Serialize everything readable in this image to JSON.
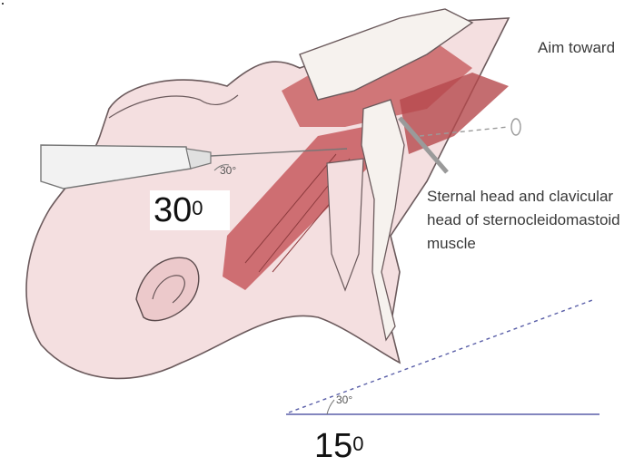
{
  "labels": {
    "aim": "Aim toward",
    "muscle": "Sternal head and clavicular head of sternocleidomastoid muscle"
  },
  "angles": {
    "needle_small": "30°",
    "needle_big": "30",
    "baseline_small": "30°",
    "baseline_big": "15",
    "degree_mark": "0"
  },
  "colors": {
    "skin": "#f4dfe0",
    "skin_outline": "#6b5a5c",
    "muscle": "#c75b5e",
    "bone": "#f6f2ee",
    "guide_line": "#5a5fa8"
  }
}
